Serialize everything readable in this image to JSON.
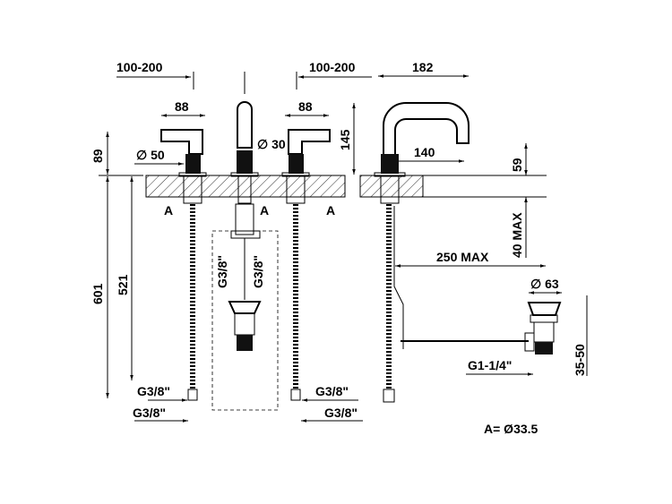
{
  "dimensions": {
    "spacing_left": "100-200",
    "spacing_right": "100-200",
    "handle_width_left": "88",
    "handle_width_right": "88",
    "handle_height": "89",
    "handle_diameter": "∅ 50",
    "spout_diameter": "∅ 30",
    "spout_height": "145",
    "spout_reach_total": "182",
    "spout_reach": "140",
    "outlet_height": "59",
    "deck_thickness": "40 MAX",
    "drain_distance": "250 MAX",
    "drain_diameter": "∅ 63",
    "drain_height": "35-50",
    "drain_thread": "G1-1/4\"",
    "hose_length_total": "601",
    "hose_length": "521",
    "a_left": "A",
    "a_center": "A",
    "a_right": "A",
    "g_vertical_left": "G3/8\"",
    "g_vertical_right": "G3/8\"",
    "g_left_upper": "G3/8\"",
    "g_left_lower": "G3/8\"",
    "g_right_upper": "G3/8\"",
    "g_right_lower": "G3/8\""
  },
  "note": "A= Ø33.5"
}
